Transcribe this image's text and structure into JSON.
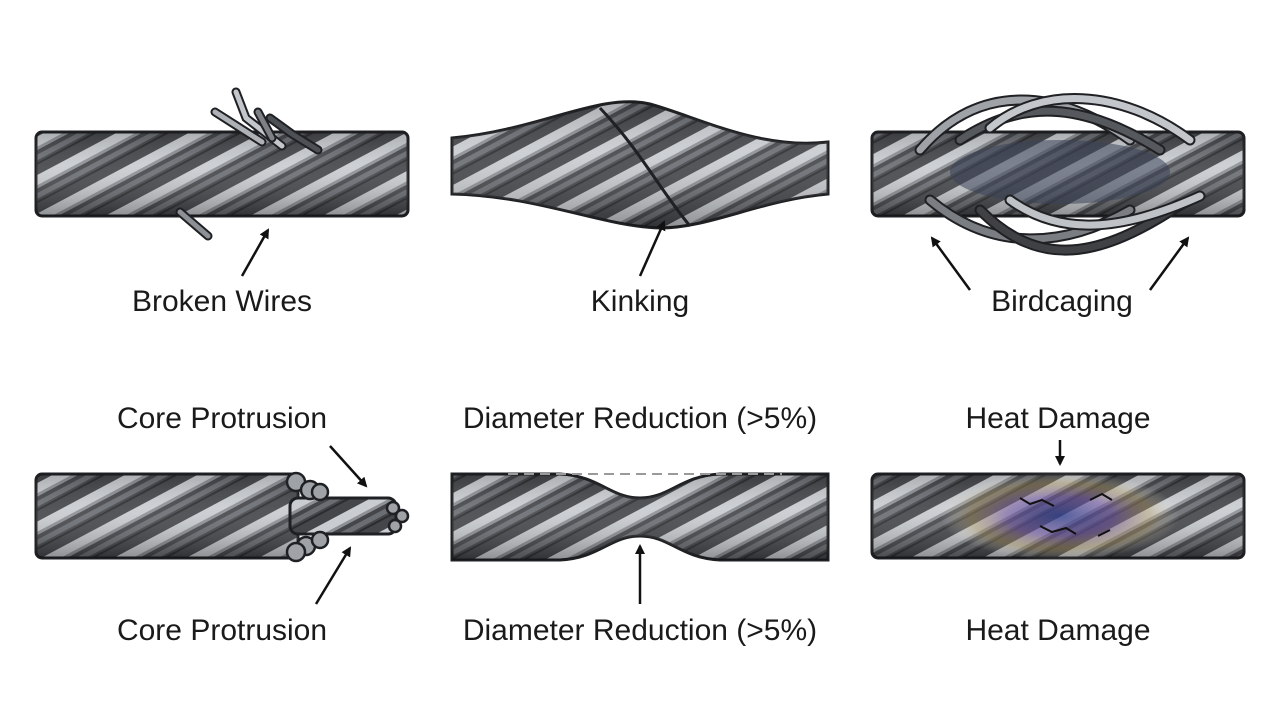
{
  "panels": [
    {
      "id": "broken-wires",
      "bottom_label": "Broken Wires"
    },
    {
      "id": "kinking",
      "bottom_label": "Kinking"
    },
    {
      "id": "birdcaging",
      "bottom_label": "Birdcaging"
    },
    {
      "id": "core-protrusion",
      "top_label": "Core Protrusion",
      "bottom_label": "Core Protrusion"
    },
    {
      "id": "diameter-reduction",
      "top_label": "Diameter Reduction (>5%)",
      "bottom_label": "Diameter Reduction (>5%)"
    },
    {
      "id": "heat-damage",
      "top_label": "Heat Damage",
      "bottom_label": "Heat Damage"
    }
  ],
  "colors": {
    "strand_dark": "#3f4145",
    "strand_light": "#c3c6ca",
    "outline": "#1f2023",
    "heat_tint": "#6b5aa8",
    "arrow": "#111111"
  }
}
